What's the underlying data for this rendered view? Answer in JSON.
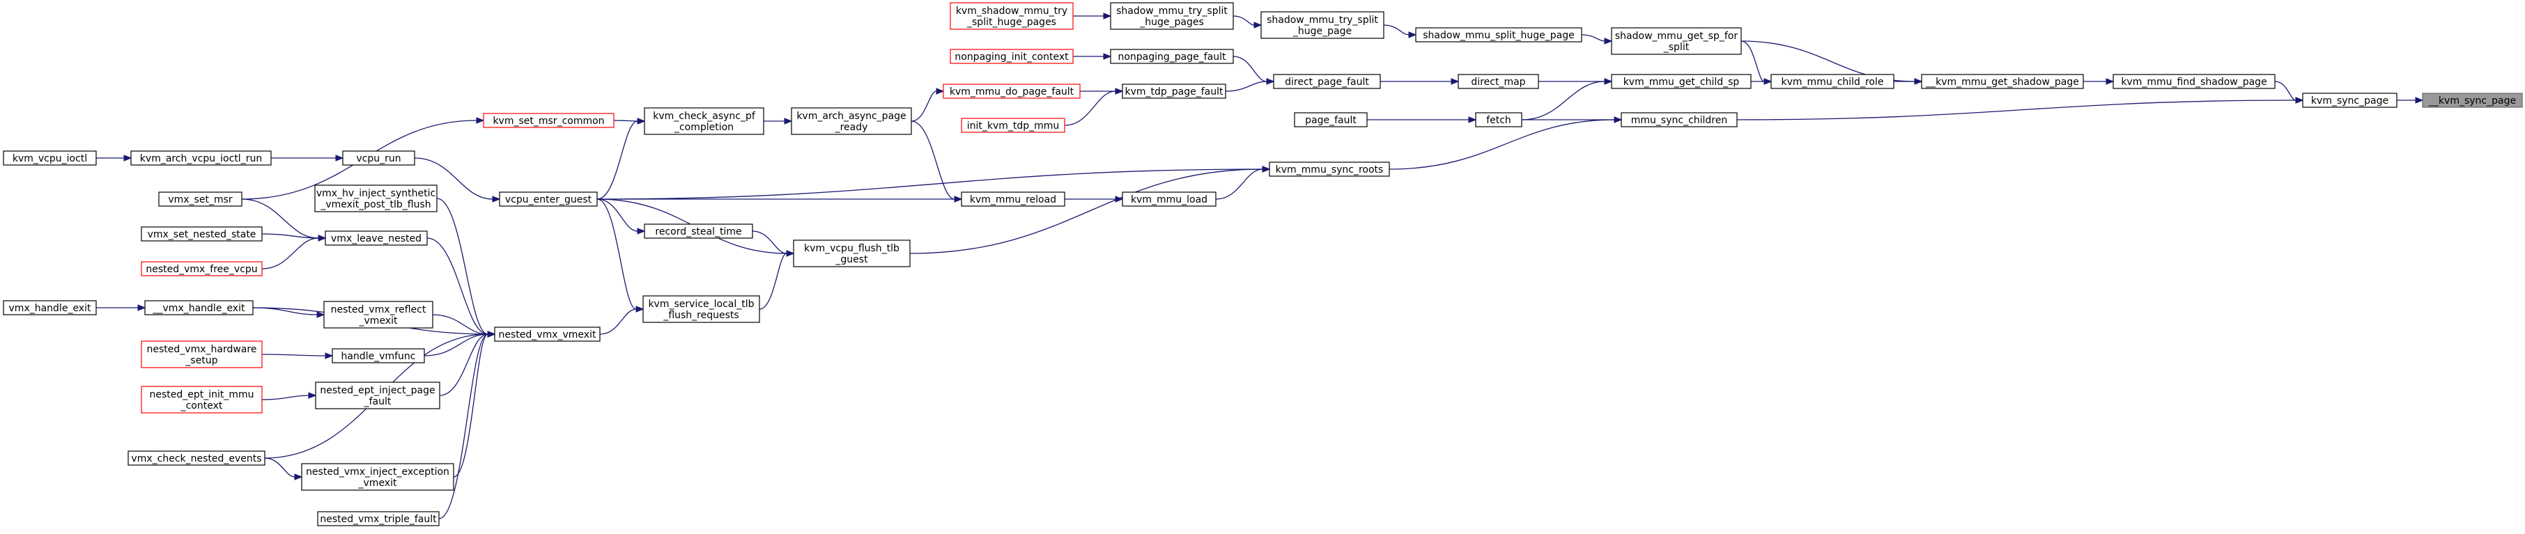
{
  "graph": {
    "title": "",
    "edge_color": "#191970",
    "root_fill": "#999999",
    "truncated_border": "#ff0000",
    "nodes": [
      {
        "id": "root",
        "lines": [
          "__kvm_sync_page"
        ],
        "style": "root"
      },
      {
        "id": "kvm_sync_page",
        "lines": [
          "kvm_sync_page"
        ],
        "style": "normal"
      },
      {
        "id": "kvm_mmu_find_shadow_page",
        "lines": [
          "kvm_mmu_find_shadow_page"
        ],
        "style": "normal"
      },
      {
        "id": "__kvm_mmu_get_shadow_page",
        "lines": [
          "__kvm_mmu_get_shadow_page"
        ],
        "style": "normal"
      },
      {
        "id": "kvm_mmu_child_role",
        "lines": [
          "kvm_mmu_child_role"
        ],
        "style": "normal"
      },
      {
        "id": "mmu_sync_children",
        "lines": [
          "mmu_sync_children"
        ],
        "style": "normal"
      },
      {
        "id": "shadow_mmu_get_sp_for_split",
        "lines": [
          "shadow_mmu_get_sp_for",
          "_split"
        ],
        "style": "normal"
      },
      {
        "id": "kvm_mmu_get_child_sp",
        "lines": [
          "kvm_mmu_get_child_sp"
        ],
        "style": "normal"
      },
      {
        "id": "shadow_mmu_split_huge_page",
        "lines": [
          "shadow_mmu_split_huge_page"
        ],
        "style": "normal"
      },
      {
        "id": "shadow_mmu_try_split_huge_page",
        "lines": [
          "shadow_mmu_try_split",
          "_huge_page"
        ],
        "style": "normal"
      },
      {
        "id": "shadow_mmu_try_split_huge_pages",
        "lines": [
          "shadow_mmu_try_split",
          "_huge_pages"
        ],
        "style": "normal"
      },
      {
        "id": "kvm_shadow_mmu_try_split_huge_pages",
        "lines": [
          "kvm_shadow_mmu_try",
          "_split_huge_pages"
        ],
        "style": "truncated"
      },
      {
        "id": "direct_map",
        "lines": [
          "direct_map"
        ],
        "style": "normal"
      },
      {
        "id": "fetch",
        "lines": [
          "fetch"
        ],
        "style": "normal"
      },
      {
        "id": "page_fault",
        "lines": [
          "page_fault"
        ],
        "style": "normal"
      },
      {
        "id": "direct_page_fault",
        "lines": [
          "direct_page_fault"
        ],
        "style": "normal"
      },
      {
        "id": "nonpaging_page_fault",
        "lines": [
          "nonpaging_page_fault"
        ],
        "style": "normal"
      },
      {
        "id": "nonpaging_init_context",
        "lines": [
          "nonpaging_init_context"
        ],
        "style": "truncated"
      },
      {
        "id": "kvm_tdp_page_fault",
        "lines": [
          "kvm_tdp_page_fault"
        ],
        "style": "normal"
      },
      {
        "id": "kvm_mmu_do_page_fault",
        "lines": [
          "kvm_mmu_do_page_fault"
        ],
        "style": "truncated"
      },
      {
        "id": "init_kvm_tdp_mmu",
        "lines": [
          "init_kvm_tdp_mmu"
        ],
        "style": "truncated"
      },
      {
        "id": "kvm_arch_async_page_ready",
        "lines": [
          "kvm_arch_async_page",
          "_ready"
        ],
        "style": "normal"
      },
      {
        "id": "kvm_check_async_pf_completion",
        "lines": [
          "kvm_check_async_pf",
          "_completion"
        ],
        "style": "normal"
      },
      {
        "id": "kvm_set_msr_common",
        "lines": [
          "kvm_set_msr_common"
        ],
        "style": "truncated"
      },
      {
        "id": "kvm_mmu_sync_roots",
        "lines": [
          "kvm_mmu_sync_roots"
        ],
        "style": "normal"
      },
      {
        "id": "kvm_mmu_load",
        "lines": [
          "kvm_mmu_load"
        ],
        "style": "normal"
      },
      {
        "id": "kvm_mmu_reload",
        "lines": [
          "kvm_mmu_reload"
        ],
        "style": "normal"
      },
      {
        "id": "kvm_vcpu_flush_tlb_guest",
        "lines": [
          "kvm_vcpu_flush_tlb",
          "_guest"
        ],
        "style": "normal"
      },
      {
        "id": "record_steal_time",
        "lines": [
          "record_steal_time"
        ],
        "style": "normal"
      },
      {
        "id": "kvm_service_local_tlb_flush_requests",
        "lines": [
          "kvm_service_local_tlb",
          "_flush_requests"
        ],
        "style": "normal"
      },
      {
        "id": "vcpu_enter_guest",
        "lines": [
          "vcpu_enter_guest"
        ],
        "style": "normal"
      },
      {
        "id": "vcpu_run",
        "lines": [
          "vcpu_run"
        ],
        "style": "normal"
      },
      {
        "id": "kvm_arch_vcpu_ioctl_run",
        "lines": [
          "kvm_arch_vcpu_ioctl_run"
        ],
        "style": "normal"
      },
      {
        "id": "kvm_vcpu_ioctl",
        "lines": [
          "kvm_vcpu_ioctl"
        ],
        "style": "normal"
      },
      {
        "id": "nested_vmx_vmexit",
        "lines": [
          "nested_vmx_vmexit"
        ],
        "style": "normal"
      },
      {
        "id": "vmx_set_msr",
        "lines": [
          "vmx_set_msr"
        ],
        "style": "normal"
      },
      {
        "id": "vmx_hv_inject_synthetic_vmexit_post_tlb_flush",
        "lines": [
          "vmx_hv_inject_synthetic",
          "_vmexit_post_tlb_flush"
        ],
        "style": "normal"
      },
      {
        "id": "vmx_leave_nested",
        "lines": [
          "vmx_leave_nested"
        ],
        "style": "normal"
      },
      {
        "id": "vmx_set_nested_state",
        "lines": [
          "vmx_set_nested_state"
        ],
        "style": "normal"
      },
      {
        "id": "nested_vmx_free_vcpu",
        "lines": [
          "nested_vmx_free_vcpu"
        ],
        "style": "truncated"
      },
      {
        "id": "__vmx_handle_exit",
        "lines": [
          "__vmx_handle_exit"
        ],
        "style": "normal"
      },
      {
        "id": "vmx_handle_exit",
        "lines": [
          "vmx_handle_exit"
        ],
        "style": "normal"
      },
      {
        "id": "nested_vmx_reflect_vmexit",
        "lines": [
          "nested_vmx_reflect",
          "_vmexit"
        ],
        "style": "normal"
      },
      {
        "id": "handle_vmfunc",
        "lines": [
          "handle_vmfunc"
        ],
        "style": "normal"
      },
      {
        "id": "nested_vmx_hardware_setup",
        "lines": [
          "nested_vmx_hardware",
          "_setup"
        ],
        "style": "truncated"
      },
      {
        "id": "nested_ept_inject_page_fault",
        "lines": [
          "nested_ept_inject_page",
          "_fault"
        ],
        "style": "normal"
      },
      {
        "id": "nested_ept_init_mmu_context",
        "lines": [
          "nested_ept_init_mmu",
          "_context"
        ],
        "style": "truncated"
      },
      {
        "id": "vmx_check_nested_events",
        "lines": [
          "vmx_check_nested_events"
        ],
        "style": "normal"
      },
      {
        "id": "nested_vmx_inject_exception_vmexit",
        "lines": [
          "nested_vmx_inject_exception",
          "_vmexit"
        ],
        "style": "normal"
      },
      {
        "id": "nested_vmx_triple_fault",
        "lines": [
          "nested_vmx_triple_fault"
        ],
        "style": "normal"
      }
    ],
    "edges": [
      {
        "from": "kvm_sync_page",
        "to": "root"
      },
      {
        "from": "kvm_mmu_find_shadow_page",
        "to": "kvm_sync_page"
      },
      {
        "from": "mmu_sync_children",
        "to": "kvm_sync_page"
      },
      {
        "from": "__kvm_mmu_get_shadow_page",
        "to": "kvm_mmu_find_shadow_page"
      },
      {
        "from": "kvm_mmu_child_role",
        "to": "__kvm_mmu_get_shadow_page"
      },
      {
        "from": "shadow_mmu_get_sp_for_split",
        "to": "__kvm_mmu_get_shadow_page"
      },
      {
        "from": "kvm_mmu_get_child_sp",
        "to": "kvm_mmu_child_role"
      },
      {
        "from": "shadow_mmu_get_sp_for_split",
        "to": "kvm_mmu_child_role"
      },
      {
        "from": "shadow_mmu_split_huge_page",
        "to": "shadow_mmu_get_sp_for_split"
      },
      {
        "from": "shadow_mmu_try_split_huge_page",
        "to": "shadow_mmu_split_huge_page"
      },
      {
        "from": "shadow_mmu_try_split_huge_pages",
        "to": "shadow_mmu_try_split_huge_page"
      },
      {
        "from": "kvm_shadow_mmu_try_split_huge_pages",
        "to": "shadow_mmu_try_split_huge_pages"
      },
      {
        "from": "direct_map",
        "to": "kvm_mmu_get_child_sp"
      },
      {
        "from": "fetch",
        "to": "kvm_mmu_get_child_sp"
      },
      {
        "from": "fetch",
        "to": "mmu_sync_children"
      },
      {
        "from": "page_fault",
        "to": "fetch"
      },
      {
        "from": "direct_page_fault",
        "to": "direct_map"
      },
      {
        "from": "nonpaging_page_fault",
        "to": "direct_page_fault"
      },
      {
        "from": "kvm_tdp_page_fault",
        "to": "direct_page_fault"
      },
      {
        "from": "nonpaging_init_context",
        "to": "nonpaging_page_fault"
      },
      {
        "from": "kvm_mmu_do_page_fault",
        "to": "kvm_tdp_page_fault"
      },
      {
        "from": "init_kvm_tdp_mmu",
        "to": "kvm_tdp_page_fault"
      },
      {
        "from": "kvm_arch_async_page_ready",
        "to": "kvm_mmu_do_page_fault"
      },
      {
        "from": "kvm_check_async_pf_completion",
        "to": "kvm_arch_async_page_ready"
      },
      {
        "from": "kvm_set_msr_common",
        "to": "kvm_check_async_pf_completion"
      },
      {
        "from": "vcpu_enter_guest",
        "to": "kvm_check_async_pf_completion"
      },
      {
        "from": "kvm_mmu_sync_roots",
        "to": "mmu_sync_children"
      },
      {
        "from": "kvm_mmu_load",
        "to": "kvm_mmu_sync_roots"
      },
      {
        "from": "vcpu_enter_guest",
        "to": "kvm_mmu_sync_roots"
      },
      {
        "from": "kvm_vcpu_flush_tlb_guest",
        "to": "kvm_mmu_sync_roots"
      },
      {
        "from": "kvm_mmu_reload",
        "to": "kvm_mmu_load"
      },
      {
        "from": "kvm_arch_async_page_ready",
        "to": "kvm_mmu_reload"
      },
      {
        "from": "vcpu_enter_guest",
        "to": "kvm_mmu_reload"
      },
      {
        "from": "record_steal_time",
        "to": "kvm_vcpu_flush_tlb_guest"
      },
      {
        "from": "vcpu_enter_guest",
        "to": "kvm_vcpu_flush_tlb_guest"
      },
      {
        "from": "kvm_service_local_tlb_flush_requests",
        "to": "kvm_vcpu_flush_tlb_guest"
      },
      {
        "from": "vcpu_enter_guest",
        "to": "record_steal_time"
      },
      {
        "from": "vcpu_enter_guest",
        "to": "kvm_service_local_tlb_flush_requests"
      },
      {
        "from": "nested_vmx_vmexit",
        "to": "kvm_service_local_tlb_flush_requests"
      },
      {
        "from": "vcpu_run",
        "to": "vcpu_enter_guest"
      },
      {
        "from": "kvm_arch_vcpu_ioctl_run",
        "to": "vcpu_run"
      },
      {
        "from": "kvm_vcpu_ioctl",
        "to": "kvm_arch_vcpu_ioctl_run"
      },
      {
        "from": "vmx_set_msr",
        "to": "kvm_set_msr_common"
      },
      {
        "from": "vmx_set_msr",
        "to": "vmx_leave_nested"
      },
      {
        "from": "vmx_set_nested_state",
        "to": "vmx_leave_nested"
      },
      {
        "from": "nested_vmx_free_vcpu",
        "to": "vmx_leave_nested"
      },
      {
        "from": "vmx_hv_inject_synthetic_vmexit_post_tlb_flush",
        "to": "nested_vmx_vmexit"
      },
      {
        "from": "vmx_leave_nested",
        "to": "nested_vmx_vmexit"
      },
      {
        "from": "__vmx_handle_exit",
        "to": "nested_vmx_vmexit"
      },
      {
        "from": "nested_vmx_reflect_vmexit",
        "to": "nested_vmx_vmexit"
      },
      {
        "from": "handle_vmfunc",
        "to": "nested_vmx_vmexit"
      },
      {
        "from": "nested_ept_inject_page_fault",
        "to": "nested_vmx_vmexit"
      },
      {
        "from": "vmx_check_nested_events",
        "to": "nested_vmx_vmexit"
      },
      {
        "from": "nested_vmx_inject_exception_vmexit",
        "to": "nested_vmx_vmexit"
      },
      {
        "from": "nested_vmx_triple_fault",
        "to": "nested_vmx_vmexit"
      },
      {
        "from": "vmx_handle_exit",
        "to": "__vmx_handle_exit"
      },
      {
        "from": "__vmx_handle_exit",
        "to": "nested_vmx_reflect_vmexit"
      },
      {
        "from": "nested_vmx_hardware_setup",
        "to": "handle_vmfunc"
      },
      {
        "from": "nested_ept_init_mmu_context",
        "to": "nested_ept_inject_page_fault"
      },
      {
        "from": "vmx_check_nested_events",
        "to": "nested_vmx_inject_exception_vmexit"
      }
    ]
  }
}
